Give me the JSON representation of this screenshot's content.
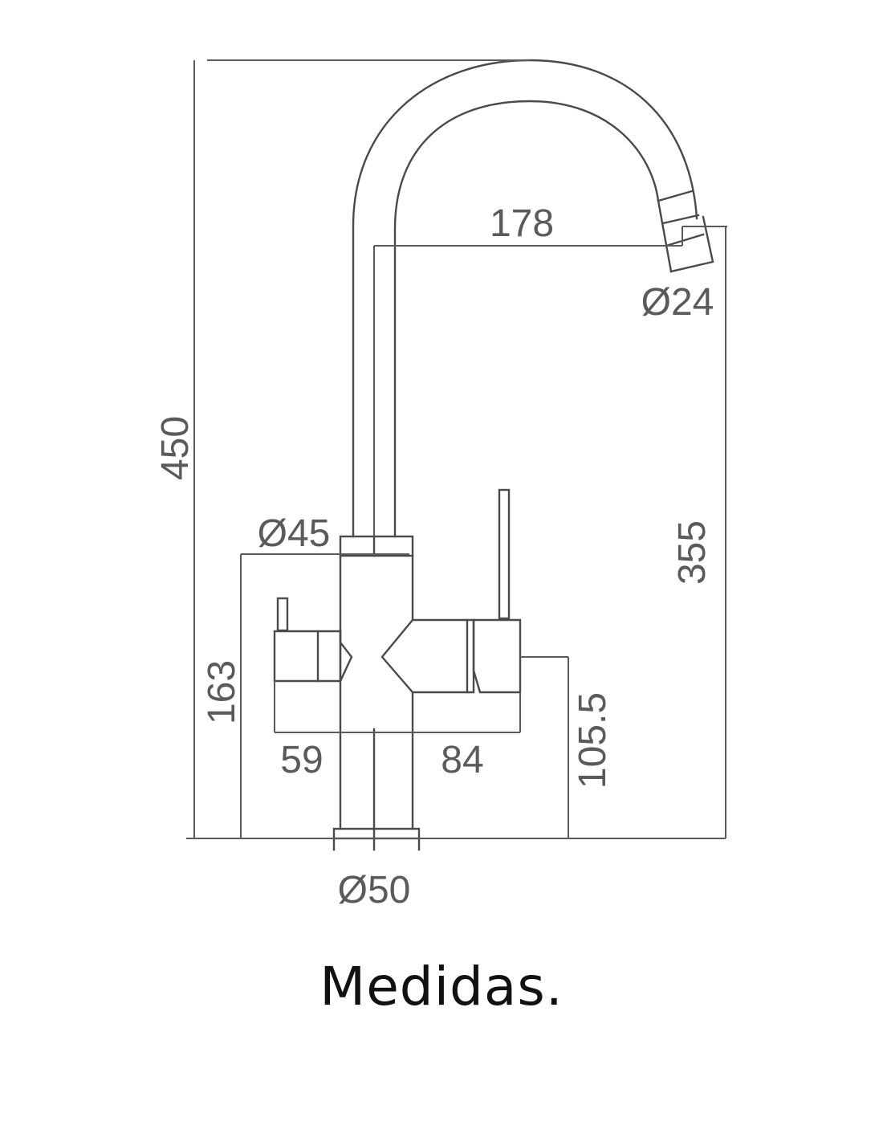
{
  "caption": "Medidas.",
  "dimensions": {
    "total_height": "450",
    "spout_height": "355",
    "spout_reach": "178",
    "spout_diameter": "Ø24",
    "body_diameter": "Ø45",
    "handle_height": "163",
    "left_handle_reach": "59",
    "right_handle_reach": "84",
    "right_handle_height": "105.5",
    "base_diameter": "Ø50"
  },
  "colors": {
    "line": "#4a4a4a",
    "text": "#5a5a5a",
    "caption": "#111111"
  }
}
